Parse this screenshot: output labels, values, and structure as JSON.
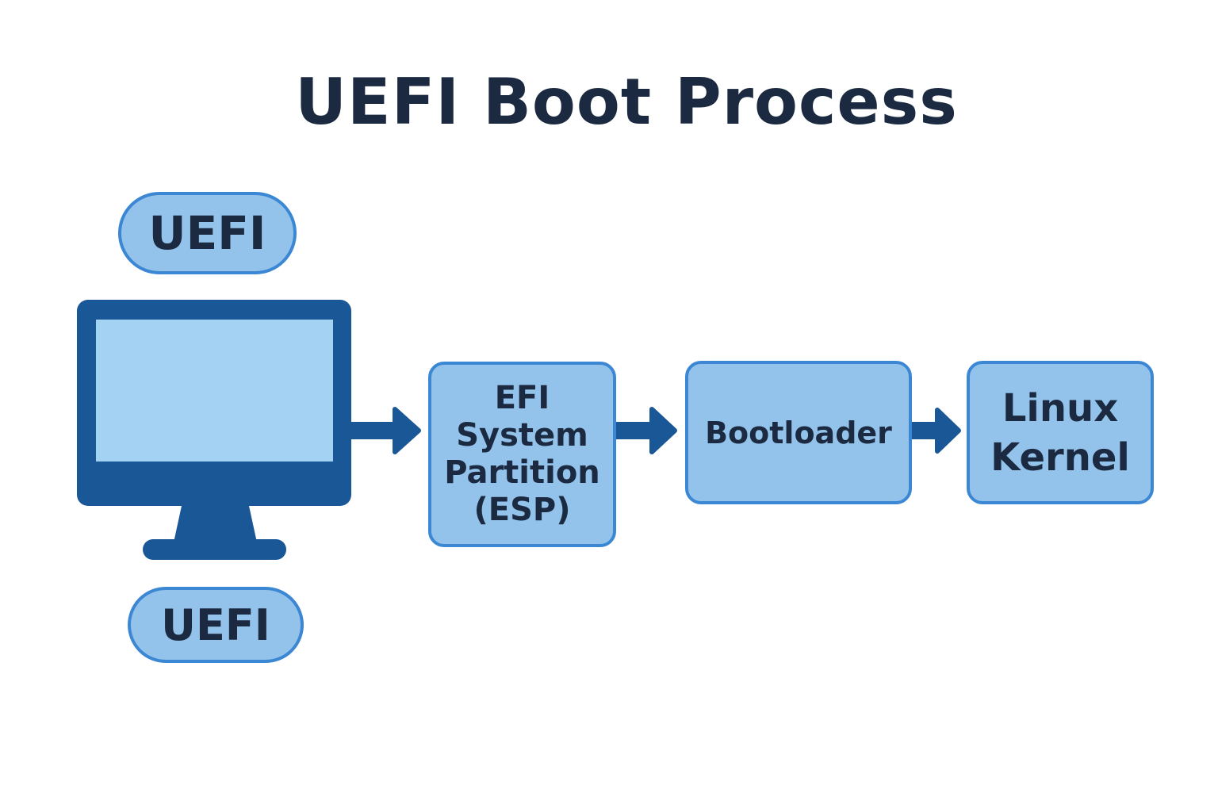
{
  "title": "UEFI Boot Process",
  "labels": {
    "uefi_top": "UEFI",
    "uefi_bottom": "UEFI"
  },
  "steps": [
    {
      "lines": [
        "EFI",
        "System",
        "Partition",
        "(ESP)"
      ]
    },
    {
      "lines": [
        "Bootloader"
      ]
    },
    {
      "lines": [
        "Linux",
        "Kernel"
      ]
    }
  ],
  "colors": {
    "title_text": "#1b2a40",
    "box_fill": "#93c3ea",
    "box_border": "#3b87d4",
    "monitor_body": "#1a5796",
    "monitor_screen": "#a4d2f2",
    "arrow": "#1a5796"
  },
  "icons": {
    "computer": "monitor-icon",
    "flow": "arrow-right-icon"
  }
}
